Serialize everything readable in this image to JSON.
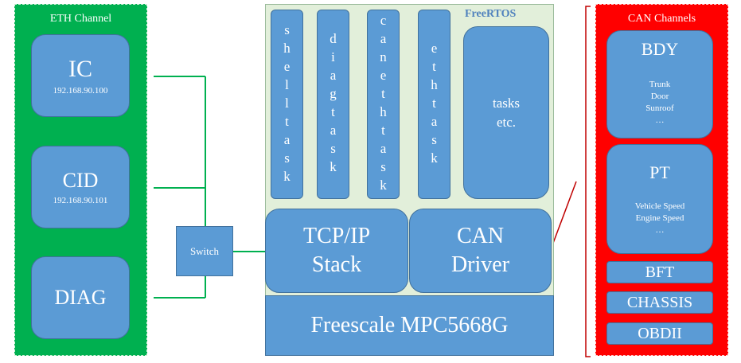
{
  "eth_panel": {
    "title": "ETH Channel",
    "nodes": [
      {
        "name": "IC",
        "ip": "192.168.90.100"
      },
      {
        "name": "CID",
        "ip": "192.168.90.101"
      },
      {
        "name": "DIAG",
        "ip": ""
      }
    ]
  },
  "switch": {
    "label": "Switch"
  },
  "freertos": {
    "title": "FreeRTOS",
    "tasks": [
      "shelltask",
      "diagtask",
      "canethtask",
      "ethtask"
    ],
    "other_tasks": {
      "line1": "tasks",
      "line2": "etc."
    }
  },
  "stacks": {
    "tcpip": {
      "line1": "TCP/IP",
      "line2": "Stack"
    },
    "can": {
      "line1": "CAN",
      "line2": "Driver"
    }
  },
  "processor": {
    "label": "Freescale MPC5668G"
  },
  "can_panel": {
    "title": "CAN Channels",
    "groups": [
      {
        "name": "BDY",
        "items": [
          "Trunk",
          "Door",
          "Sunroof",
          "…"
        ]
      },
      {
        "name": "PT",
        "items": [
          "Vehicle Speed",
          "Engine Speed",
          "…"
        ]
      }
    ],
    "buses": [
      "BFT",
      "CHASSIS",
      "OBDII"
    ]
  },
  "colors": {
    "eth_green": "#00b050",
    "can_red": "#ff0000",
    "box_blue": "#5b9bd5",
    "freertos_bg": "#e2efda",
    "freertos_title": "#4f81bd"
  }
}
